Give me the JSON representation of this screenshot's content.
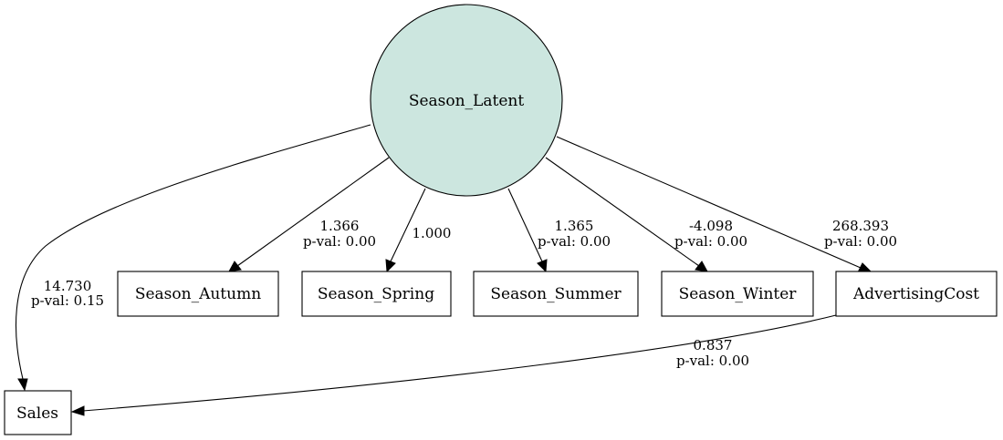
{
  "colors": {
    "latent_fill": "#cce6df",
    "stroke": "#000000",
    "background": "#ffffff"
  },
  "nodes": {
    "latent": "Season_Latent",
    "autumn": "Season_Autumn",
    "spring": "Season_Spring",
    "summer": "Season_Summer",
    "winter": "Season_Winter",
    "advertising": "AdvertisingCost",
    "sales": "Sales"
  },
  "edges": {
    "latent_sales": {
      "coef": "14.730",
      "pval": "p-val: 0.15"
    },
    "latent_autumn": {
      "coef": "1.366",
      "pval": "p-val: 0.00"
    },
    "latent_spring": {
      "coef": "1.000"
    },
    "latent_summer": {
      "coef": "1.365",
      "pval": "p-val: 0.00"
    },
    "latent_winter": {
      "coef": "-4.098",
      "pval": "p-val: 0.00"
    },
    "latent_advertising": {
      "coef": "268.393",
      "pval": "p-val: 0.00"
    },
    "advertising_sales": {
      "coef": "0.837",
      "pval": "p-val: 0.00"
    }
  }
}
